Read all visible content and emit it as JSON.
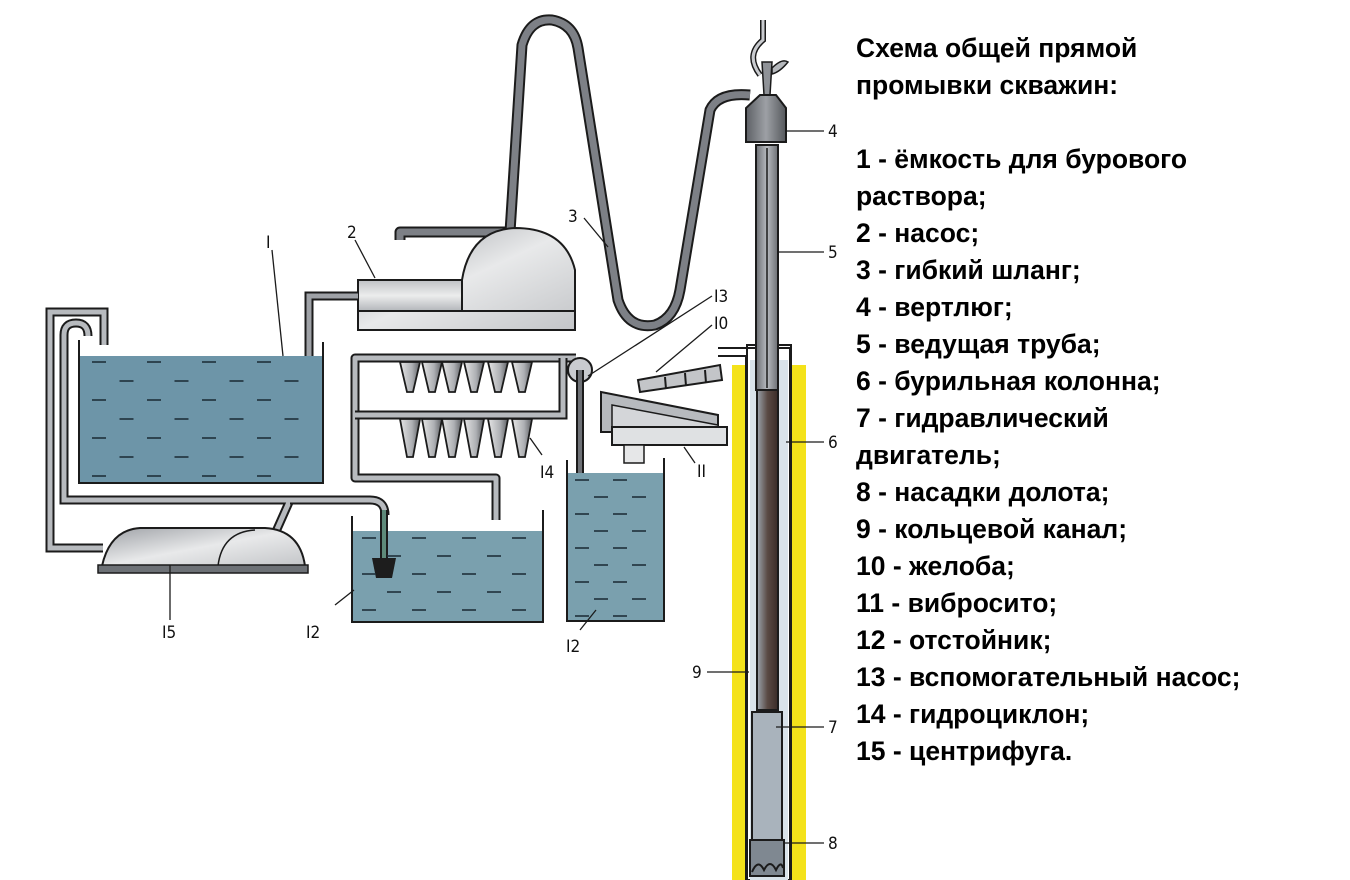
{
  "title": "Схема общей прямой промывки скважин:",
  "title_lines": [
    "Схема общей прямой",
    "промывки скважин:"
  ],
  "legend": [
    {
      "num": "1",
      "label": "1 - ёмкость для бурового раствора;"
    },
    {
      "num": "2",
      "label": "2 - насос;"
    },
    {
      "num": "3",
      "label": "3 - гибкий шланг;"
    },
    {
      "num": "4",
      "label": "4 - вертлюг;"
    },
    {
      "num": "5",
      "label": "5 - ведущая труба;"
    },
    {
      "num": "6",
      "label": "6 - бурильная колонна;"
    },
    {
      "num": "7",
      "label": "7 - гидравлический двигатель;"
    },
    {
      "num": "8",
      "label": "8 - насадки долота;"
    },
    {
      "num": "9",
      "label": "9 - кольцевой канал;"
    },
    {
      "num": "10",
      "label": "10 - желоба;"
    },
    {
      "num": "11",
      "label": "11 - вибросито;"
    },
    {
      "num": "12",
      "label": "12 - отстойник;"
    },
    {
      "num": "13",
      "label": "13 - вспомогательный насос;"
    },
    {
      "num": "14",
      "label": "14 - гидроциклон;"
    },
    {
      "num": "15",
      "label": "15 - центрифуга."
    }
  ],
  "callouts": {
    "c1": "I",
    "c2": "2",
    "c3": "3",
    "c4": "4",
    "c5": "5",
    "c6": "6",
    "c7": "7",
    "c8": "8",
    "c9": "9",
    "c10": "I0",
    "c11": "II",
    "c12a": "I2",
    "c12b": "I2",
    "c13": "I3",
    "c14": "I4",
    "c15": "I5"
  },
  "colors": {
    "liquid": "#6d95a8",
    "borehole": "#f4e21a",
    "pipe": "#8a8d92",
    "metal": "#c9cbcf",
    "outline": "#1b1b1b"
  }
}
